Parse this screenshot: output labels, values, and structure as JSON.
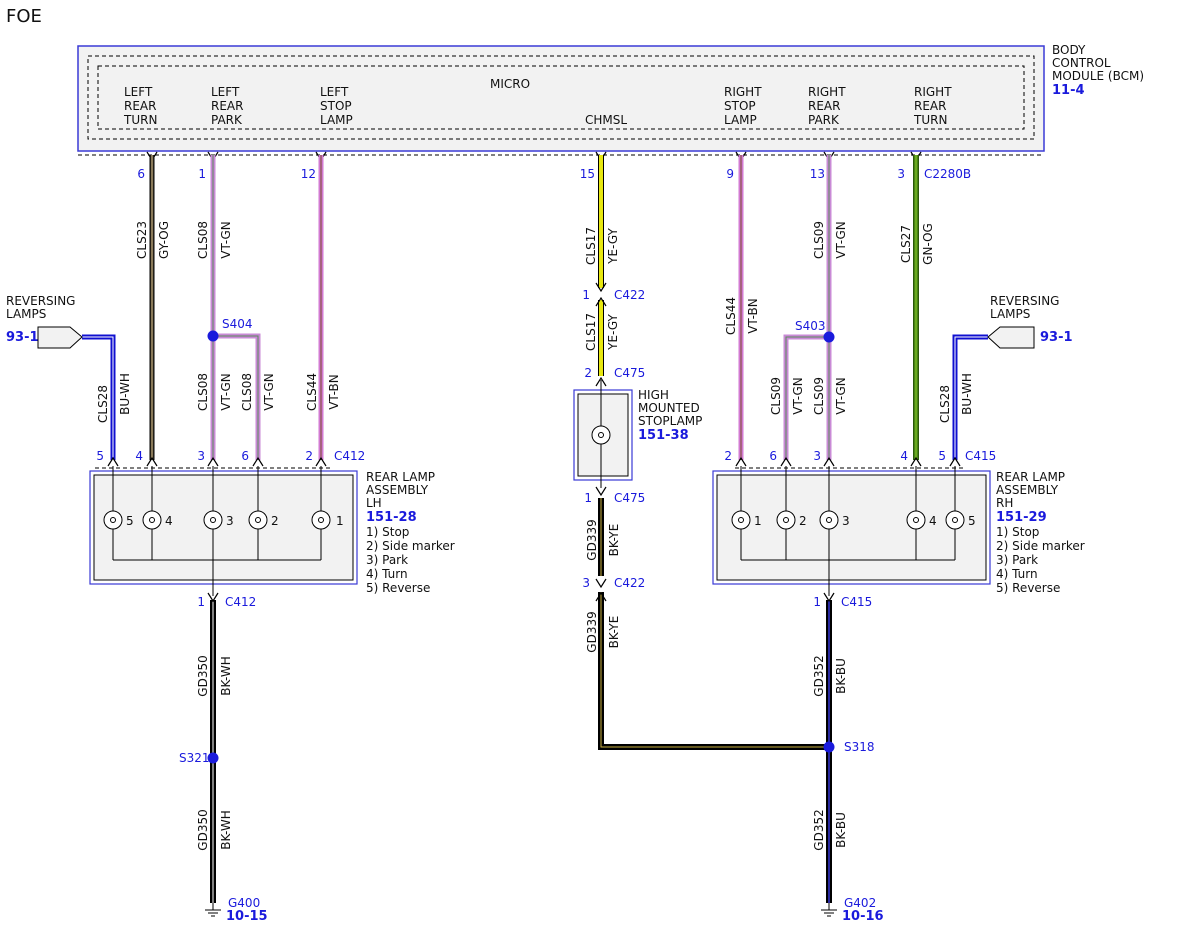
{
  "title": "FOE",
  "bcm": {
    "name_lines": [
      "BODY",
      "CONTROL",
      "MODULE (BCM)"
    ],
    "ref": "11-4",
    "micro_label": "MICRO",
    "connector": "C2280B",
    "outputs": [
      {
        "lines": [
          "LEFT",
          "REAR",
          "TURN"
        ]
      },
      {
        "lines": [
          "LEFT",
          "REAR",
          "PARK"
        ]
      },
      {
        "lines": [
          "LEFT",
          "STOP",
          "LAMP"
        ]
      },
      {
        "lines": [
          "CHMSL"
        ]
      },
      {
        "lines": [
          "RIGHT",
          "STOP",
          "LAMP"
        ]
      },
      {
        "lines": [
          "RIGHT",
          "REAR",
          "PARK"
        ]
      },
      {
        "lines": [
          "RIGHT",
          "REAR",
          "TURN"
        ]
      }
    ],
    "pins": [
      "6",
      "1",
      "12",
      "15",
      "9",
      "13",
      "3"
    ]
  },
  "wires": [
    {
      "circuit": "CLS23",
      "color": "GY-OG"
    },
    {
      "circuit": "CLS08",
      "color": "VT-GN"
    },
    {
      "circuit": "CLS44",
      "color": "VT-BN"
    },
    {
      "circuit": "CLS17",
      "color": "YE-GY"
    },
    {
      "circuit": "CLS09",
      "color": "VT-GN"
    },
    {
      "circuit": "CLS27",
      "color": "GN-OG"
    },
    {
      "circuit": "CLS28",
      "color": "BU-WH"
    },
    {
      "circuit": "GD339",
      "color": "BK-YE"
    },
    {
      "circuit": "GD350",
      "color": "BK-WH"
    },
    {
      "circuit": "GD352",
      "color": "BK-BU"
    }
  ],
  "splices": [
    "S404",
    "S403",
    "S321",
    "S318"
  ],
  "reversing": {
    "label_lines": [
      "REVERSING",
      "LAMPS"
    ],
    "ref": "93-1"
  },
  "chmsl": {
    "name_lines": [
      "HIGH",
      "MOUNTED",
      "STOPLAMP"
    ],
    "ref": "151-38",
    "c422": "C422",
    "c475": "C475",
    "pins": {
      "c422_top": "1",
      "c475_top": "2",
      "c475_bot": "1",
      "c422_bot": "3"
    }
  },
  "lh": {
    "name_lines": [
      "REAR LAMP",
      "ASSEMBLY",
      "LH"
    ],
    "ref": "151-28",
    "connector": "C412",
    "pins": [
      "5",
      "4",
      "3",
      "6",
      "2"
    ],
    "ground_pin": "1",
    "bulbs": [
      "5",
      "4",
      "3",
      "2",
      "1"
    ]
  },
  "rh": {
    "name_lines": [
      "REAR LAMP",
      "ASSEMBLY",
      "RH"
    ],
    "ref": "151-29",
    "connector": "C415",
    "pins": [
      "2",
      "6",
      "3",
      "4",
      "5"
    ],
    "ground_pin": "1",
    "bulbs": [
      "1",
      "2",
      "3",
      "4",
      "5"
    ]
  },
  "legend": [
    "1) Stop",
    "2) Side marker",
    "3) Park",
    "4) Turn",
    "5) Reverse"
  ],
  "grounds": [
    {
      "name": "G400",
      "ref": "10-15"
    },
    {
      "name": "G402",
      "ref": "10-16"
    }
  ],
  "colors": {
    "connector_blue": "#1a1adc",
    "GY-OG": "#8a7a5a",
    "VT-GN": "#c98ad6",
    "VT-BN": "#d27ad2",
    "YE-GY": "#e8e810",
    "GN-OG": "#5a9a10",
    "BU-WH": "#1010d0",
    "BK-YE": "#222222",
    "BK-WH": "#111111",
    "BK-BU": "#111144"
  }
}
